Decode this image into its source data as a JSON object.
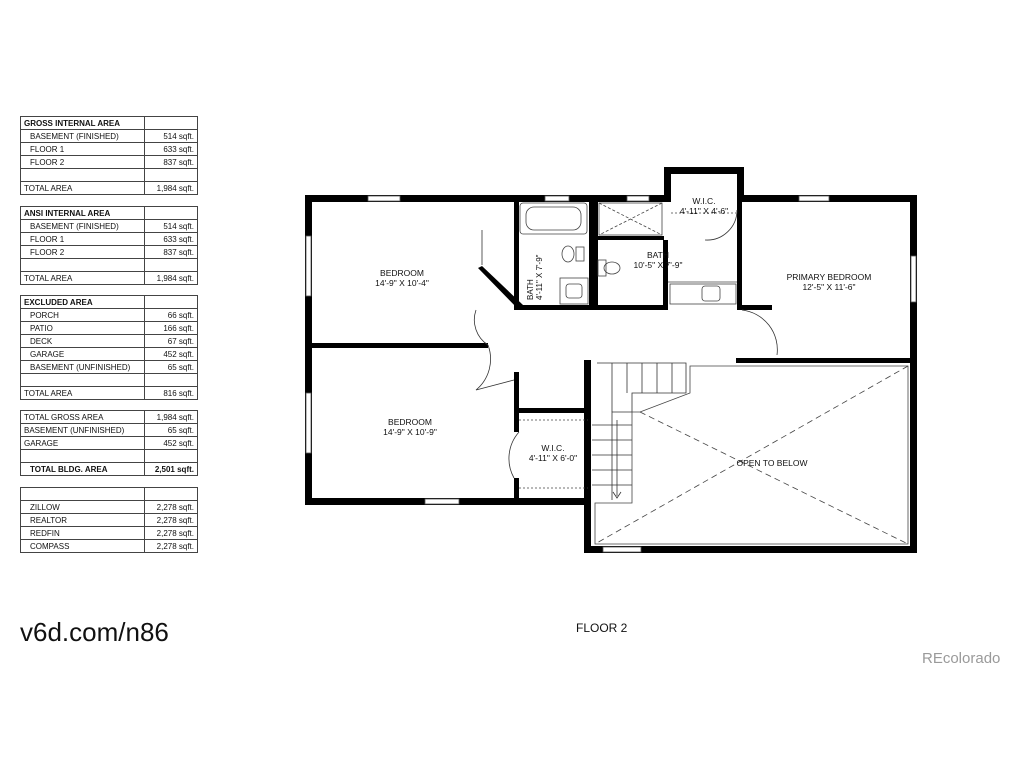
{
  "tables": [
    {
      "rows": [
        {
          "type": "hdr",
          "label": "GROSS INTERNAL AREA",
          "value": ""
        },
        {
          "type": "item",
          "label": "BASEMENT (FINISHED)",
          "value": "514 sqft."
        },
        {
          "type": "item",
          "label": "FLOOR 1",
          "value": "633 sqft."
        },
        {
          "type": "item",
          "label": "FLOOR 2",
          "value": "837 sqft."
        },
        {
          "type": "blank",
          "label": "",
          "value": ""
        },
        {
          "type": "tot",
          "label": "TOTAL AREA",
          "value": "1,984 sqft."
        }
      ]
    },
    {
      "rows": [
        {
          "type": "hdr",
          "label": "ANSI INTERNAL AREA",
          "value": ""
        },
        {
          "type": "item",
          "label": "BASEMENT (FINISHED)",
          "value": "514 sqft."
        },
        {
          "type": "item",
          "label": "FLOOR 1",
          "value": "633 sqft."
        },
        {
          "type": "item",
          "label": "FLOOR 2",
          "value": "837 sqft."
        },
        {
          "type": "blank",
          "label": "",
          "value": ""
        },
        {
          "type": "tot",
          "label": "TOTAL AREA",
          "value": "1,984 sqft."
        }
      ]
    },
    {
      "rows": [
        {
          "type": "hdr",
          "label": "EXCLUDED AREA",
          "value": ""
        },
        {
          "type": "item",
          "label": "PORCH",
          "value": "66 sqft."
        },
        {
          "type": "item",
          "label": "PATIO",
          "value": "166 sqft."
        },
        {
          "type": "item",
          "label": "DECK",
          "value": "67 sqft."
        },
        {
          "type": "item",
          "label": "GARAGE",
          "value": "452 sqft."
        },
        {
          "type": "item",
          "label": "BASEMENT (UNFINISHED)",
          "value": "65 sqft."
        },
        {
          "type": "blank",
          "label": "",
          "value": ""
        },
        {
          "type": "tot",
          "label": "TOTAL AREA",
          "value": "816 sqft."
        }
      ]
    },
    {
      "rows": [
        {
          "type": "tot",
          "label": "TOTAL GROSS AREA",
          "value": "1,984 sqft."
        },
        {
          "type": "tot",
          "label": "BASEMENT (UNFINISHED)",
          "value": "65 sqft."
        },
        {
          "type": "tot",
          "label": "GARAGE",
          "value": "452 sqft."
        },
        {
          "type": "blank",
          "label": "",
          "value": ""
        },
        {
          "type": "bold",
          "label": "TOTAL BLDG. AREA",
          "value": "2,501 sqft."
        }
      ]
    },
    {
      "rows": [
        {
          "type": "blank",
          "label": "",
          "value": ""
        },
        {
          "type": "item",
          "label": "ZILLOW",
          "value": "2,278 sqft."
        },
        {
          "type": "item",
          "label": "REALTOR",
          "value": "2,278 sqft."
        },
        {
          "type": "item",
          "label": "REDFIN",
          "value": "2,278 sqft."
        },
        {
          "type": "item",
          "label": "COMPASS",
          "value": "2,278 sqft."
        }
      ]
    }
  ],
  "rooms": {
    "bedroom_1": {
      "name": "BEDROOM",
      "dims": "14'-9\" X 10'-4\""
    },
    "bedroom_2": {
      "name": "BEDROOM",
      "dims": "14'-9\" X 10'-9\""
    },
    "primary_bedroom": {
      "name": "PRIMARY BEDROOM",
      "dims": "12'-5\" X 11'-6\""
    },
    "wic_top": {
      "name": "W.I.C.",
      "dims": "4'-11\" X 4'-6\""
    },
    "wic_bottom": {
      "name": "W.I.C.",
      "dims": "4'-11\" X 6'-0\""
    },
    "bath_primary": {
      "name": "BATH",
      "dims": "10'-5\" X 7'-9\""
    },
    "bath_hall": {
      "name": "BATH",
      "dims": "4'-11\" X 7'-9\""
    },
    "open_to_below": {
      "name": "OPEN TO BELOW"
    }
  },
  "floor_title": "FLOOR 2",
  "watermark": "v6d.com/n86",
  "source_credit": "REcolorado",
  "colors": {
    "wall": "#000000",
    "line": "#555555",
    "credit": "#9a9a9a"
  }
}
